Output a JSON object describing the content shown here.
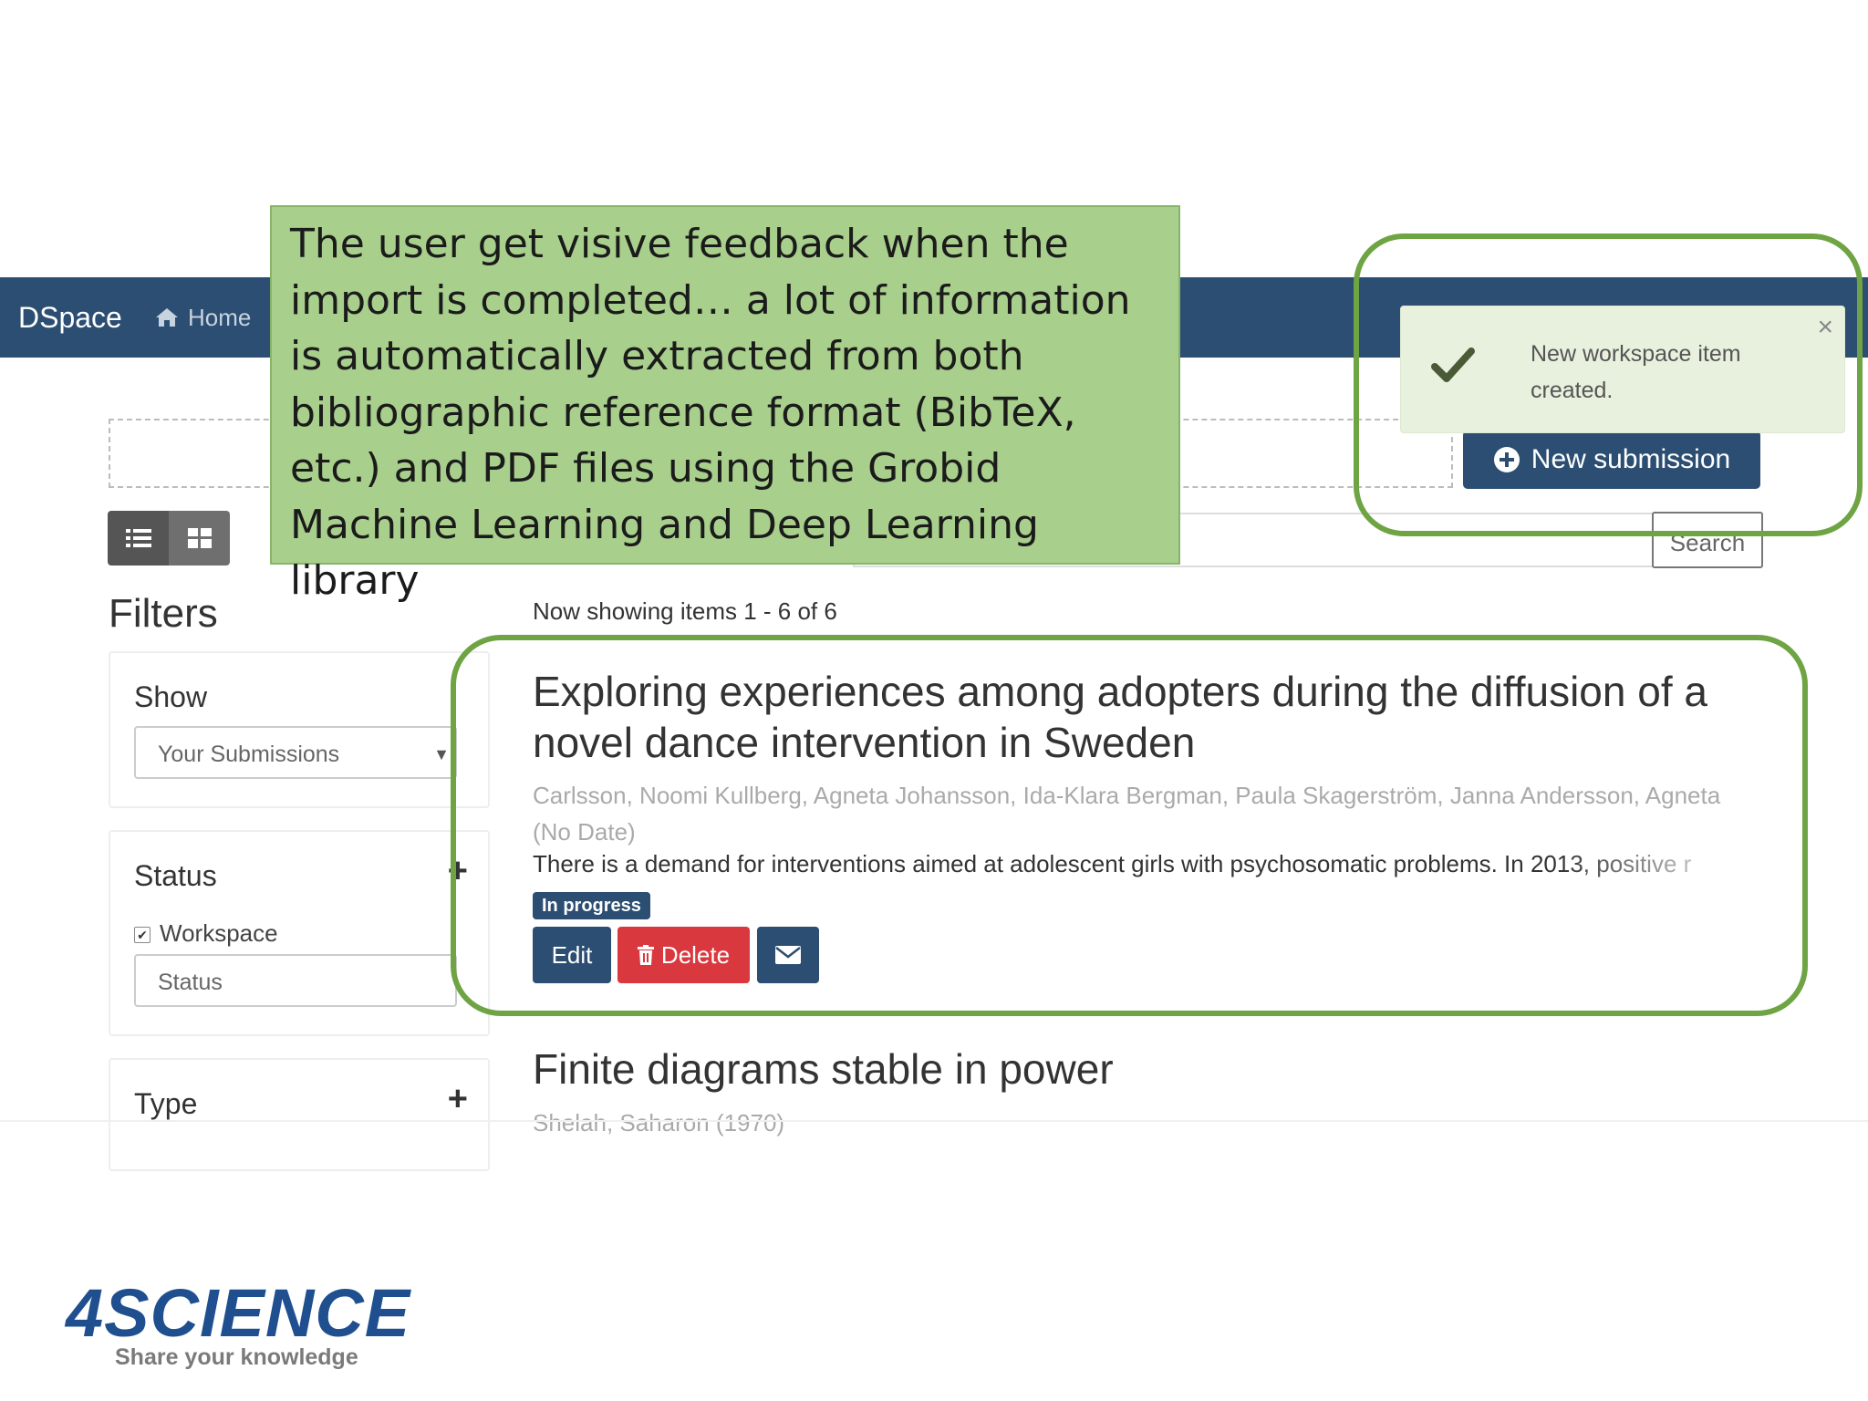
{
  "navbar": {
    "brand": "DSpace",
    "home_label": "Home",
    "color": "#2b4e72"
  },
  "toolbar": {
    "new_submission_label": "New submission",
    "search_button_label": "Search"
  },
  "toast": {
    "message": "New workspace item created.",
    "close_symbol": "×",
    "background": "#e8f1de"
  },
  "callout": {
    "text": "The user get visive feedback when the import is completed… a lot of information is automatically extracted from both bibliographic reference format (BibTeX, etc.) and PDF files using the Grobid Machine Learning and Deep Learning library",
    "background": "#a8cf8c"
  },
  "highlight_color": "#6ea443",
  "filters": {
    "title": "Filters",
    "show": {
      "label": "Show",
      "selected": "Your Submissions"
    },
    "status": {
      "label": "Status",
      "checkbox_label": "Workspace",
      "checked": true,
      "input_placeholder": "Status"
    },
    "type": {
      "label": "Type"
    }
  },
  "results": {
    "summary": "Now showing items 1 - 6 of 6",
    "items": [
      {
        "title": "Exploring experiences among adopters during the diffusion of a novel dance intervention in Sweden",
        "authors": "Carlsson, Noomi Kullberg, Agneta Johansson, Ida-Klara Bergman, Paula Skagerström, Janna Andersson, Agneta (No Date)",
        "abstract": "There is a demand for interventions aimed at adolescent girls with psychosomatic problems. In 2013, positive r",
        "badge": "In progress",
        "actions": {
          "edit": "Edit",
          "delete": "Delete"
        }
      },
      {
        "title": "Finite diagrams stable in power",
        "authors": "Shelah, Saharon (1970)"
      }
    ]
  },
  "logo": {
    "wordmark": "4SCIENCE",
    "tagline": "Share your knowledge"
  }
}
